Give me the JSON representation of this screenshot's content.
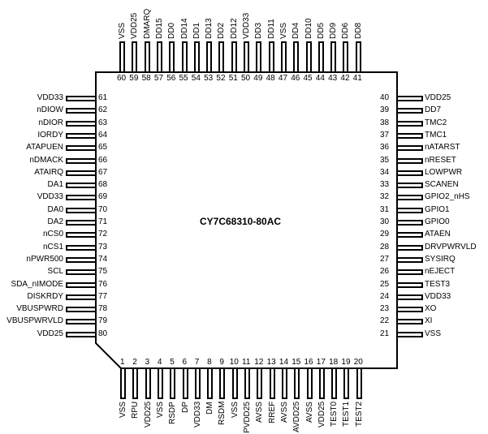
{
  "chip": {
    "part_number": "CY7C68310-80AC",
    "package": "80-pin quad flat package"
  },
  "pins": {
    "bottom": [
      {
        "num": "1",
        "name": "VSS"
      },
      {
        "num": "2",
        "name": "RPU"
      },
      {
        "num": "3",
        "name": "VDD25"
      },
      {
        "num": "4",
        "name": "VSS"
      },
      {
        "num": "5",
        "name": "RSDP"
      },
      {
        "num": "6",
        "name": "DP"
      },
      {
        "num": "7",
        "name": "VDD33"
      },
      {
        "num": "8",
        "name": "DM"
      },
      {
        "num": "9",
        "name": "RSDM"
      },
      {
        "num": "10",
        "name": "VSS"
      },
      {
        "num": "11",
        "name": "PVDD25"
      },
      {
        "num": "12",
        "name": "AVSS"
      },
      {
        "num": "13",
        "name": "RREF"
      },
      {
        "num": "14",
        "name": "AVSS"
      },
      {
        "num": "15",
        "name": "AVDD25"
      },
      {
        "num": "16",
        "name": "AVSS"
      },
      {
        "num": "17",
        "name": "VDD25"
      },
      {
        "num": "18",
        "name": "TEST0"
      },
      {
        "num": "19",
        "name": "TEST1"
      },
      {
        "num": "20",
        "name": "TEST2"
      }
    ],
    "right": [
      {
        "num": "40",
        "name": "VDD25"
      },
      {
        "num": "39",
        "name": "DD7"
      },
      {
        "num": "38",
        "name": "TMC2"
      },
      {
        "num": "37",
        "name": "TMC1"
      },
      {
        "num": "36",
        "name": "nATARST"
      },
      {
        "num": "35",
        "name": "nRESET"
      },
      {
        "num": "34",
        "name": "LOWPWR"
      },
      {
        "num": "33",
        "name": "SCANEN"
      },
      {
        "num": "32",
        "name": "GPIO2_nHS"
      },
      {
        "num": "31",
        "name": "GPIO1"
      },
      {
        "num": "30",
        "name": "GPIO0"
      },
      {
        "num": "29",
        "name": "ATAEN"
      },
      {
        "num": "28",
        "name": "DRVPWRVLD"
      },
      {
        "num": "27",
        "name": "SYSIRQ"
      },
      {
        "num": "26",
        "name": "nEJECT"
      },
      {
        "num": "25",
        "name": "TEST3"
      },
      {
        "num": "24",
        "name": "VDD33"
      },
      {
        "num": "23",
        "name": "XO"
      },
      {
        "num": "22",
        "name": "XI"
      },
      {
        "num": "21",
        "name": "VSS"
      }
    ],
    "top": [
      {
        "num": "60",
        "name": "VSS"
      },
      {
        "num": "59",
        "name": "VDD25"
      },
      {
        "num": "58",
        "name": "DMARQ"
      },
      {
        "num": "57",
        "name": "DD15"
      },
      {
        "num": "56",
        "name": "DD0"
      },
      {
        "num": "55",
        "name": "DD14"
      },
      {
        "num": "54",
        "name": "DD1"
      },
      {
        "num": "53",
        "name": "DD13"
      },
      {
        "num": "52",
        "name": "DD2"
      },
      {
        "num": "51",
        "name": "DD12"
      },
      {
        "num": "50",
        "name": "VDD33"
      },
      {
        "num": "49",
        "name": "DD3"
      },
      {
        "num": "48",
        "name": "DD11"
      },
      {
        "num": "47",
        "name": "VSS"
      },
      {
        "num": "46",
        "name": "DD4"
      },
      {
        "num": "45",
        "name": "DD10"
      },
      {
        "num": "44",
        "name": "DD5"
      },
      {
        "num": "43",
        "name": "DD9"
      },
      {
        "num": "42",
        "name": "DD6"
      },
      {
        "num": "41",
        "name": "DD8"
      }
    ],
    "left": [
      {
        "num": "61",
        "name": "VDD33"
      },
      {
        "num": "62",
        "name": "nDIOW"
      },
      {
        "num": "63",
        "name": "nDIOR"
      },
      {
        "num": "64",
        "name": "IORDY"
      },
      {
        "num": "65",
        "name": "ATAPUEN"
      },
      {
        "num": "66",
        "name": "nDMACK"
      },
      {
        "num": "67",
        "name": "ATAIRQ"
      },
      {
        "num": "68",
        "name": "DA1"
      },
      {
        "num": "69",
        "name": "VDD33"
      },
      {
        "num": "70",
        "name": "DA0"
      },
      {
        "num": "71",
        "name": "DA2"
      },
      {
        "num": "72",
        "name": "nCS0"
      },
      {
        "num": "73",
        "name": "nCS1"
      },
      {
        "num": "74",
        "name": "nPWR500"
      },
      {
        "num": "75",
        "name": "SCL"
      },
      {
        "num": "76",
        "name": "SDA_nIMODE"
      },
      {
        "num": "77",
        "name": "DISKRDY"
      },
      {
        "num": "78",
        "name": "VBUSPWRD"
      },
      {
        "num": "79",
        "name": "VBUSPWRVLD"
      },
      {
        "num": "80",
        "name": "VDD25"
      }
    ]
  }
}
